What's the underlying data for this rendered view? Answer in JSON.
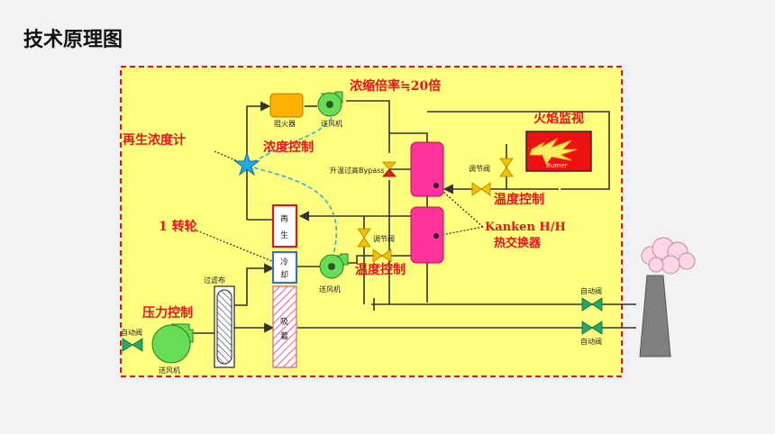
{
  "title": "技术原理图",
  "labels": {
    "concentration_ratio": "浓缩倍率≒20倍",
    "flame_monitor": "火焰监视",
    "burner": "Burner",
    "regen_conc_meter": "再生浓度计",
    "conc_control": "浓度控制",
    "arrester": "阻火器",
    "fan_top": "送风机",
    "bypass": "升温过高Bypass",
    "valve_right": "调节阀",
    "temp_control_right": "温度控制",
    "kanken_line1": "Kanken H/H",
    "kanken_line2": "热交换器",
    "rotor": "1 转轮",
    "filter": "过滤布",
    "regen_line1": "再",
    "regen_line2": "生",
    "cool_line1": "冷",
    "cool_line2": "却",
    "adsorb_line1": "吸",
    "adsorb_line2": "着",
    "valve_mid": "调节阀",
    "temp_control_mid": "温度控制",
    "fan_mid": "送风机",
    "pressure_control": "压力控制",
    "auto_valve_left": "自动阀",
    "fan_bottom": "送风机",
    "auto_valve_top": "自动阀",
    "auto_valve_bottom": "自动阀"
  },
  "colors": {
    "frame_fill": "#ffff80",
    "frame_border": "#e8141b",
    "label_red": "#e8141b",
    "heat_exchanger": "#ff3399",
    "fan_green": "#66dd55",
    "arrester": "#ffb300",
    "valve_yellow": "#f2c200",
    "valve_green": "#22aa66",
    "bypass_valve": "#e02020",
    "burner_box": "#ee1111",
    "stack_gray": "#7f7f7f",
    "sensor_blue": "#22aaee"
  },
  "icons": [
    "fan-icon",
    "valve-icon",
    "star-sensor-icon",
    "flame-icon",
    "stack-icon",
    "smoke-cloud-icon",
    "filter-icon"
  ]
}
